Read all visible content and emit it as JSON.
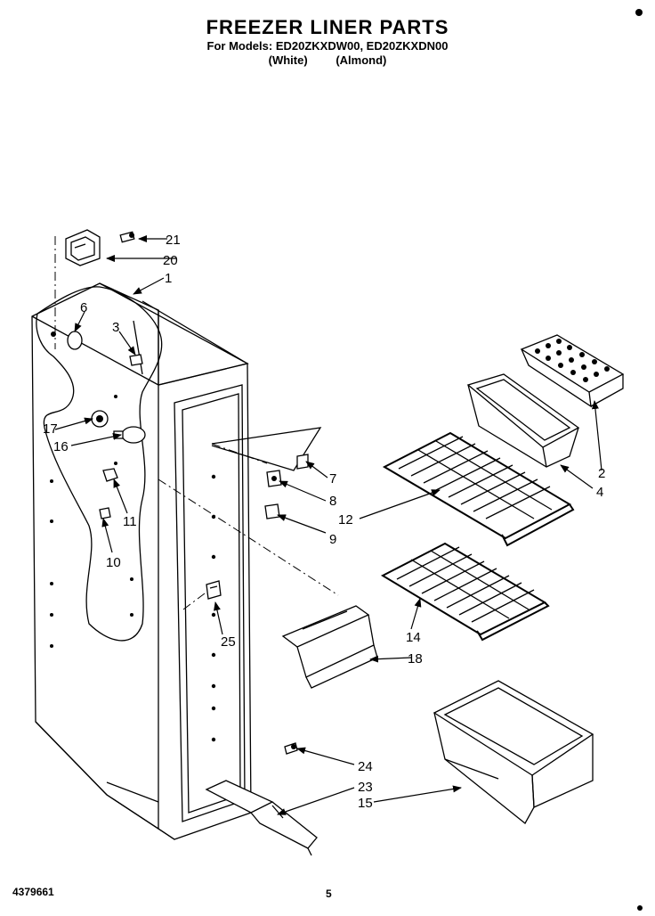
{
  "header": {
    "title": "FREEZER LINER PARTS",
    "models": "For Models: ED20ZKXDW00, ED20ZKXDN00",
    "variant_white": "(White)",
    "variant_almond": "(Almond)"
  },
  "footer": {
    "doc_number": "4379661",
    "page_number": "5"
  },
  "callouts": {
    "c1": "1",
    "c2": "2",
    "c3": "3",
    "c4": "4",
    "c6": "6",
    "c7": "7",
    "c8": "8",
    "c9": "9",
    "c10": "10",
    "c11": "11",
    "c12": "12",
    "c14": "14",
    "c15": "15",
    "c16": "16",
    "c17": "17",
    "c18": "18",
    "c20": "20",
    "c21": "21",
    "c23": "23",
    "c24": "24",
    "c25": "25"
  }
}
